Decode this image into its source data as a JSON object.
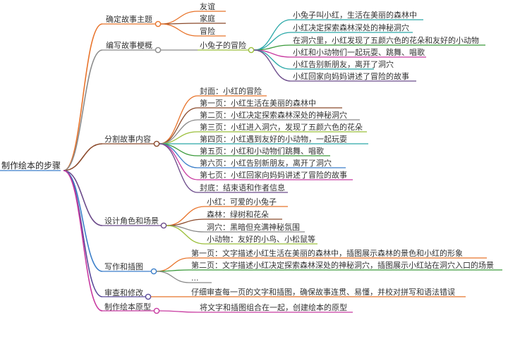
{
  "mindmap": {
    "root": "制作绘本的步骤",
    "branches": [
      {
        "label": "确定故事主题",
        "color": "#e8732a",
        "children": [
          {
            "label": "友谊"
          },
          {
            "label": "家庭"
          },
          {
            "label": "冒险"
          }
        ]
      },
      {
        "label": "编写故事梗概",
        "color": "#8a8a8a",
        "children": [
          {
            "label": "小兔子的冒险",
            "children": [
              {
                "label": "小兔子叫小红，生活在美丽的森林中"
              },
              {
                "label": "小红决定探索森林深处的神秘洞穴"
              },
              {
                "label": "在洞穴里，小红发现了五颜六色的花朵和友好的小动物"
              },
              {
                "label": "小红和小动物们一起玩耍、跳舞、唱歌"
              },
              {
                "label": "小红告别新朋友，离开了洞穴"
              },
              {
                "label": "小红回家向妈妈讲述了冒险的故事"
              }
            ]
          }
        ]
      },
      {
        "label": "分割故事内容",
        "color": "#8b4a2b",
        "children": [
          {
            "label": "封面：小红的冒险"
          },
          {
            "label": "第一页：小红生活在美丽的森林中"
          },
          {
            "label": "第二页：小红决定探索森林深处的神秘洞穴"
          },
          {
            "label": "第三页：小红进入洞穴，发现了五颜六色的花朵"
          },
          {
            "label": "第四页：小红遇到友好的小动物，一起玩耍"
          },
          {
            "label": "第五页：小红和小动物们跳舞、唱歌"
          },
          {
            "label": "第六页：小红告别新朋友，离开了洞穴"
          },
          {
            "label": "第七页：小红回家向妈妈讲述了冒险的故事"
          },
          {
            "label": "封底：结束语和作者信息"
          }
        ]
      },
      {
        "label": "设计角色和场景",
        "color": "#6b4a8a",
        "children": [
          {
            "label": "小红：可爱的小兔子"
          },
          {
            "label": "森林：绿树和花朵"
          },
          {
            "label": "洞穴：黑暗但充满神秘氛围"
          },
          {
            "label": "小动物：友好的小鸟、小松鼠等"
          }
        ]
      },
      {
        "label": "写作和插图",
        "color": "#3a7ec9",
        "children": [
          {
            "label": "第一页：文字描述小红生活在美丽的森林中，插图展示森林的景色和小红的形象"
          },
          {
            "label": "第二页：文字描述小红决定探索森林深处的神秘洞穴，插图展示小红站在洞穴入口的场景"
          },
          {
            "label": "..."
          }
        ]
      },
      {
        "label": "审查和修改",
        "color": "#5a4a9a",
        "children": [
          {
            "label": "仔细审查每一页的文字和插图，确保故事连贯、易懂，并校对拼写和语法错误"
          }
        ]
      },
      {
        "label": "制作绘本原型",
        "color": "#c83aa0",
        "children": [
          {
            "label": "将文字和插图组合在一起，创建绘本的原型"
          }
        ]
      }
    ]
  }
}
